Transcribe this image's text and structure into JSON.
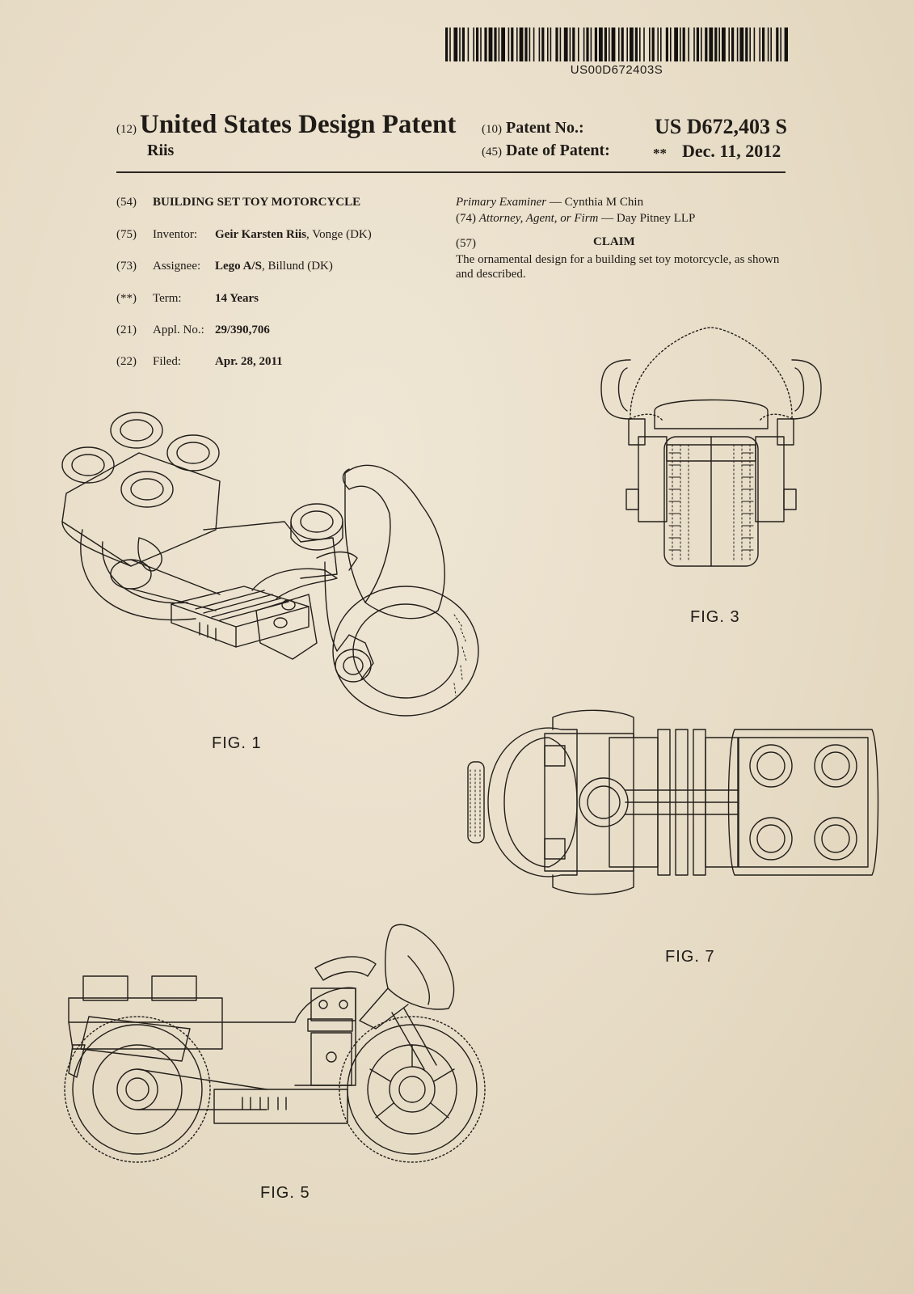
{
  "barcode": {
    "text": "US00D672403S"
  },
  "header": {
    "code_12": "(12)",
    "title": "United States Design Patent",
    "inventor_short": "Riis",
    "code_10": "(10)",
    "patent_no_label": "Patent No.:",
    "patent_no": "US D672,403 S",
    "code_45": "(45)",
    "date_label": "Date of Patent:",
    "date_marker": "**",
    "date": "Dec. 11, 2012"
  },
  "biblio": {
    "title_code": "(54)",
    "title": "BUILDING SET TOY MOTORCYCLE",
    "inventor_code": "(75)",
    "inventor_label": "Inventor:",
    "inventor_name": "Geir Karsten Riis",
    "inventor_place": ", Vonge (DK)",
    "assignee_code": "(73)",
    "assignee_label": "Assignee:",
    "assignee_name": "Lego A/S",
    "assignee_place": ", Billund (DK)",
    "term_code": "(**)",
    "term_label": "Term:",
    "term_value": "14 Years",
    "appl_code": "(21)",
    "appl_label": "Appl. No.:",
    "appl_value": "29/390,706",
    "filed_code": "(22)",
    "filed_label": "Filed:",
    "filed_value": "Apr. 28, 2011"
  },
  "examiner": {
    "label": "Primary Examiner",
    "name": " — Cynthia M Chin",
    "attorney_code": "(74)",
    "attorney_label": "Attorney, Agent, or Firm",
    "attorney_name": " — Day Pitney LLP"
  },
  "claim": {
    "code": "(57)",
    "title": "CLAIM",
    "text": "The ornamental design for a building set toy motorcycle, as shown and described."
  },
  "figures": {
    "fig1": "FIG. 1",
    "fig3": "FIG. 3",
    "fig5": "FIG. 5",
    "fig7": "FIG. 7"
  }
}
